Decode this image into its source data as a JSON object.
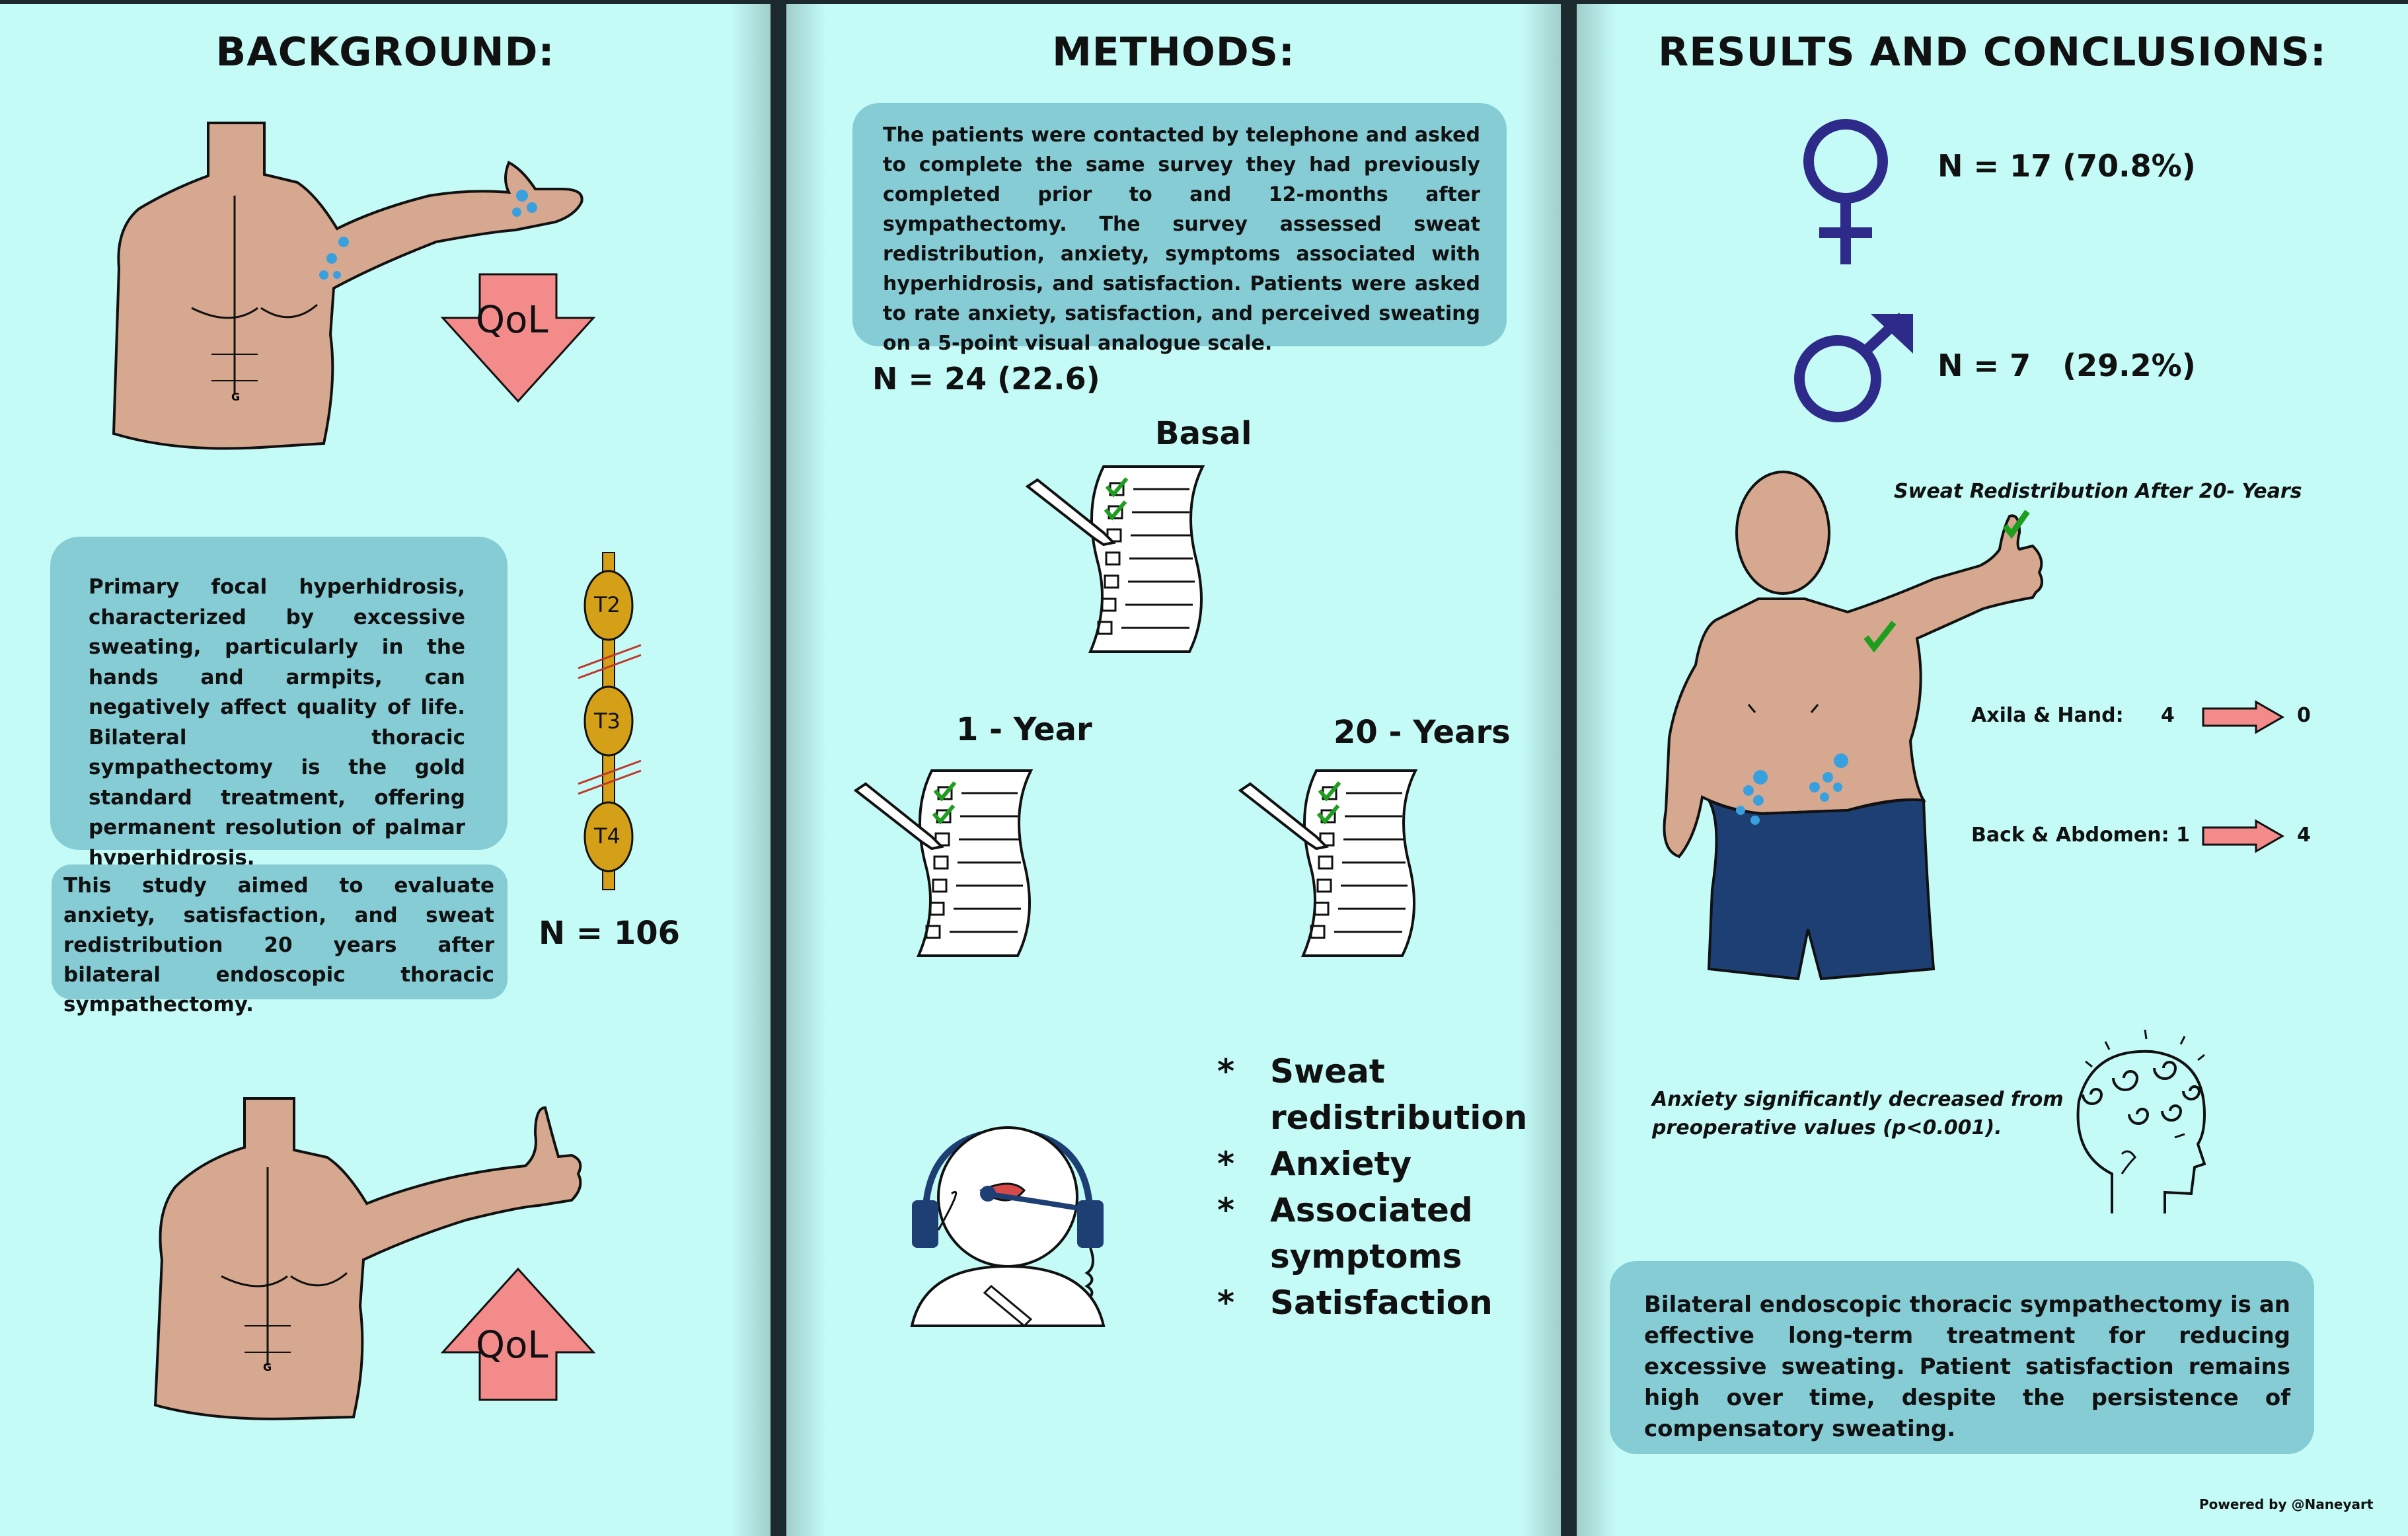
{
  "background": {
    "title": "BACKGROUND:",
    "qol_down": "QoL",
    "qol_up": "QoL",
    "intro_text": "Primary focal hyperhidrosis, characterized by excessive sweating, particularly in the hands and armpits, can negatively affect quality of life. Bilateral thoracic sympathectomy is the gold standard treatment, offering permanent resolution of palmar hyperhidrosis.",
    "aim_text": "This study aimed to evaluate anxiety, satisfaction, and sweat redistribution 20 years after bilateral endoscopic thoracic sympathectomy.",
    "ganglia": [
      "T2",
      "T3",
      "T4"
    ],
    "n_total": "N = 106"
  },
  "methods": {
    "title": "METHODS:",
    "description": "The patients were contacted by telephone and asked to complete the same survey they had previously completed prior to and 12-months after sympathectomy. The survey assessed sweat redistribution, anxiety, symptoms associated with hyperhidrosis, and satisfaction. Patients were asked to rate anxiety, satisfaction, and perceived sweating on a 5-point visual analogue scale.",
    "n_sample": "N = 24 (22.6)",
    "timepoints": [
      "Basal",
      "1 - Year",
      "20 - Years"
    ],
    "assessed": [
      {
        "star": "*",
        "lines": [
          "Sweat",
          "redistribution"
        ]
      },
      {
        "star": "*",
        "lines": [
          "Anxiety"
        ]
      },
      {
        "star": "*",
        "lines": [
          "Associated",
          "symptoms"
        ]
      },
      {
        "star": "*",
        "lines": [
          "Satisfaction"
        ]
      }
    ]
  },
  "results": {
    "title": "RESULTS AND CONCLUSIONS:",
    "female": "N = 17 (70.8%)",
    "male": "N = 7   (29.2%)",
    "redistribution_title": "Sweat Redistribution After 20- Years",
    "axila_label": "Axila & Hand:",
    "axila_before": "4",
    "axila_after": "0",
    "back_label": "Back & Abdomen: 1",
    "back_after": "4",
    "anxiety_line1": "Anxiety significantly decreased from",
    "anxiety_line2": "preoperative values (p<0.001).",
    "conclusion": "Bilateral endoscopic thoracic sympathectomy is an effective long-term treatment for reducing excessive sweating. Patient satisfaction remains high over time, despite the persistence of compensatory sweating.",
    "credit": "Powered by @Naneyart"
  },
  "colors": {
    "panel_bg": "#c4fbf7",
    "box_bg": "#86ccd5",
    "skin": "#d5a88f",
    "arrow_pink": "#f48b8b",
    "gender_purple": "#2e2a8a",
    "ganglion_gold": "#d4a017",
    "drop_blue": "#39a0e0",
    "check_green": "#1e9e1e",
    "shorts_blue": "#1d3f73"
  }
}
